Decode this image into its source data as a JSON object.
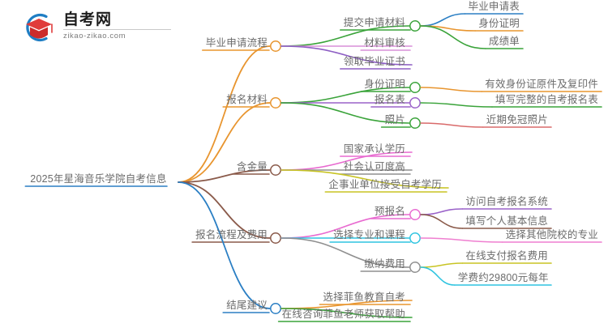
{
  "logo": {
    "title": "自考网",
    "domain": "zikao-zikao.com",
    "mark_icon": "graduation-cap-arc-logo",
    "arc_color": "#1f7ec4",
    "cap_color": "#e03b3b"
  },
  "mindmap": {
    "root": {
      "label": "2025年星海音乐学院自考信息",
      "node_color": "#2b7fc4",
      "underline_color": "#2b7fc4"
    },
    "branches": [
      {
        "label": "毕业申请流程",
        "node_color": "#e8952f",
        "line_color": "#e8952f",
        "children": [
          {
            "label": "提交申请材料",
            "node_color": "#3aa33a",
            "line_color": "#3aa33a",
            "children": [
              {
                "label": "毕业申请表",
                "line_color": "#2b7fc4"
              },
              {
                "label": "身份证明",
                "line_color": "#e8952f"
              },
              {
                "label": "成绩单",
                "line_color": "#3aa33a"
              }
            ]
          },
          {
            "label": "材料审核",
            "line_color": "#d98fd9",
            "children": []
          },
          {
            "label": "领取毕业证书",
            "line_color": "#8e5fc4",
            "children": []
          }
        ]
      },
      {
        "label": "报名材料",
        "node_color": "#e8952f",
        "line_color": "#e8952f",
        "children": [
          {
            "label": "身份证明",
            "node_color": "#3aa33a",
            "line_color": "#3aa33a",
            "children": [
              {
                "label": "有效身份证原件及复印件",
                "line_color": "#e8952f"
              }
            ]
          },
          {
            "label": "报名表",
            "node_color": "#9a62c9",
            "line_color": "#9a62c9",
            "children": [
              {
                "label": "填写完整的自考报名表",
                "line_color": "#3aa33a"
              }
            ]
          },
          {
            "label": "照片",
            "node_color": "#3aa33a",
            "line_color": "#3aa33a",
            "children": [
              {
                "label": "近期免冠照片",
                "line_color": "#d96a6a"
              }
            ]
          }
        ]
      },
      {
        "label": "含金量",
        "node_color": "#8a5a4a",
        "line_color": "#8a5a4a",
        "children": [
          {
            "label": "国家承认学历",
            "line_color": "#e86ad0",
            "children": []
          },
          {
            "label": "社会认可度高",
            "line_color": "#8f8f8f",
            "children": []
          },
          {
            "label": "企事业单位接受自考学历",
            "line_color": "#c8c424",
            "children": []
          }
        ]
      },
      {
        "label": "报名流程及费用",
        "node_color": "#8a5a4a",
        "line_color": "#8a5a4a",
        "children": [
          {
            "label": "预报名",
            "node_color": "#e86ad0",
            "line_color": "#e86ad0",
            "children": [
              {
                "label": "访问自考报名系统",
                "line_color": "#9a62c9"
              },
              {
                "label": "填写个人基本信息",
                "line_color": "#8a5a4a"
              }
            ]
          },
          {
            "label": "选择专业和课程",
            "node_color": "#2fc4e0",
            "line_color": "#2fc4e0",
            "children": [
              {
                "label": "选择其他院校的专业",
                "line_color": "#ef7fd0"
              }
            ]
          },
          {
            "label": "缴纳费用",
            "node_color": "#8f8f8f",
            "line_color": "#8f8f8f",
            "children": [
              {
                "label": "在线支付报名费用",
                "line_color": "#c8c424"
              },
              {
                "label": "学费约29800元每年",
                "line_color": "#2fc4e0"
              }
            ]
          }
        ]
      },
      {
        "label": "结尾建议",
        "node_color": "#2b7fc4",
        "line_color": "#2b7fc4",
        "children": [
          {
            "label": "选择菲鱼教育自考",
            "line_color": "#e8952f",
            "children": []
          },
          {
            "label": "在线咨询菲鱼老师获取帮助",
            "line_color": "#3aa33a",
            "children": []
          }
        ]
      }
    ]
  }
}
